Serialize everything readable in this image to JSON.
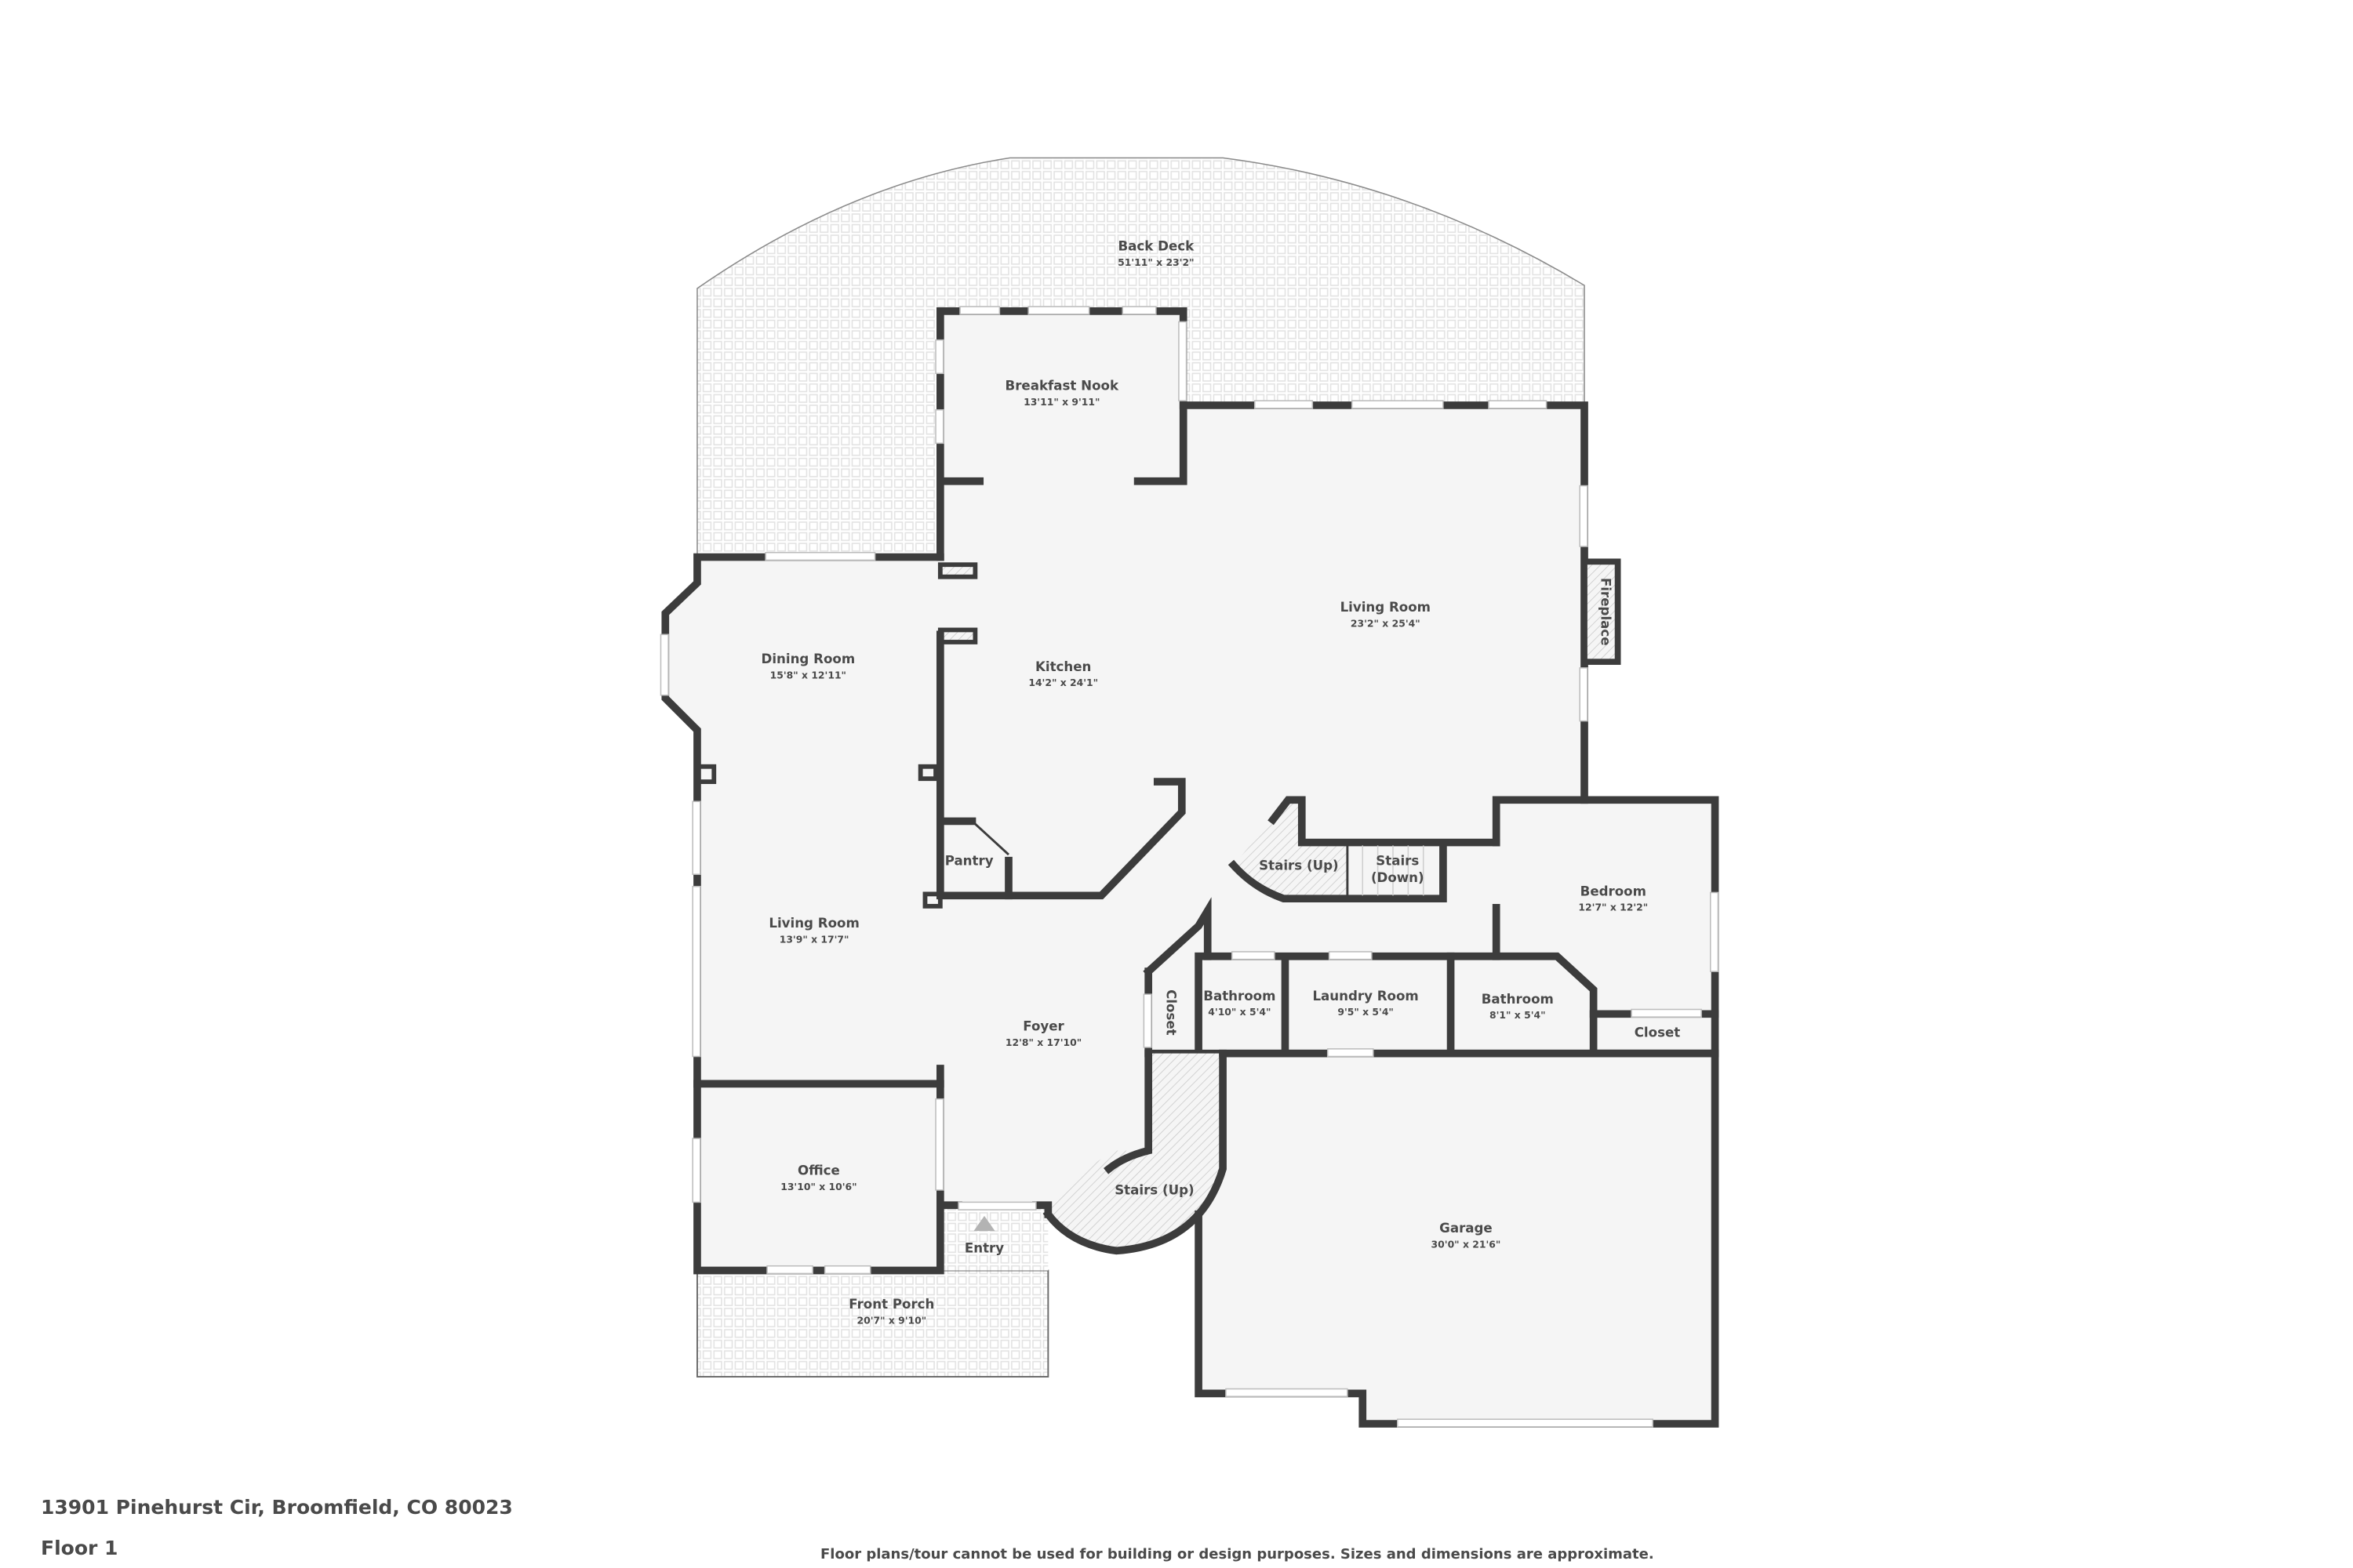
{
  "footer": {
    "address": "13901 Pinehurst Cir, Broomfield, CO 80023",
    "floor": "Floor 1",
    "disclaimer": "Floor plans/tour cannot be used for building or design purposes. Sizes and dimensions are approximate."
  },
  "colors": {
    "wall": "#3c3c3c",
    "room_fill": "#f5f5f5",
    "text": "#4a4a4a",
    "entry_marker": "#b3b3b3"
  },
  "rooms": {
    "back_deck": {
      "name": "Back Deck",
      "dims": "51'11\" x 23'2\""
    },
    "breakfast_nook": {
      "name": "Breakfast Nook",
      "dims": "13'11\" x 9'11\""
    },
    "living_room_main": {
      "name": "Living Room",
      "dims": "23'2\" x 25'4\""
    },
    "fireplace": {
      "name": "Fireplace"
    },
    "dining_room": {
      "name": "Dining Room",
      "dims": "15'8\" x 12'11\""
    },
    "kitchen": {
      "name": "Kitchen",
      "dims": "14'2\" x 24'1\""
    },
    "pantry": {
      "name": "Pantry"
    },
    "stairs_up_center": {
      "name": "Stairs (Up)"
    },
    "stairs_down": {
      "name_line1": "Stairs",
      "name_line2": "(Down)"
    },
    "bedroom": {
      "name": "Bedroom",
      "dims": "12'7\" x 12'2\""
    },
    "living_room_west": {
      "name": "Living Room",
      "dims": "13'9\" x 17'7\""
    },
    "foyer": {
      "name": "Foyer",
      "dims": "12'8\" x 17'10\""
    },
    "closet_foyer": {
      "name": "Closet"
    },
    "bathroom_small": {
      "name": "Bathroom",
      "dims": "4'10\" x 5'4\""
    },
    "laundry_room": {
      "name": "Laundry Room",
      "dims": "9'5\" x 5'4\""
    },
    "bathroom_large": {
      "name": "Bathroom",
      "dims": "8'1\" x 5'4\""
    },
    "closet_bedroom": {
      "name": "Closet"
    },
    "office": {
      "name": "Office",
      "dims": "13'10\" x 10'6\""
    },
    "stairs_up_foyer": {
      "name": "Stairs (Up)"
    },
    "entry": {
      "name": "Entry"
    },
    "front_porch": {
      "name": "Front Porch",
      "dims": "20'7\" x 9'10\""
    },
    "garage": {
      "name": "Garage",
      "dims": "30'0\" x 21'6\""
    }
  }
}
